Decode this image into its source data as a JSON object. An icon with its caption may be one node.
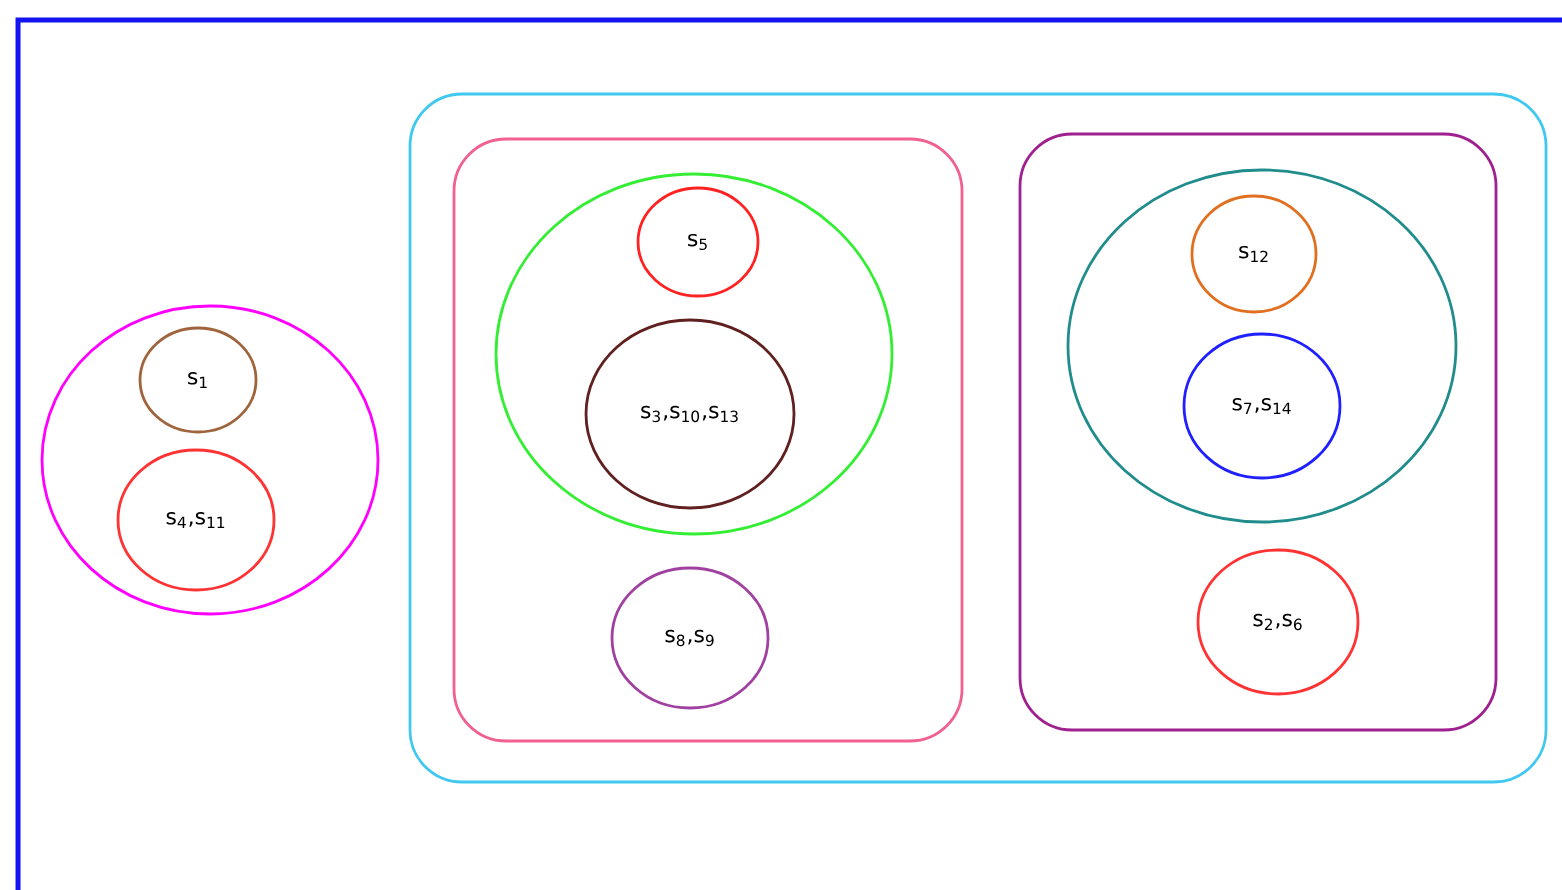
{
  "diagram": {
    "nodes": [
      {
        "text": [],
        "shape": "circle"
      },
      {
        "text": [
          "s$_{1}$"
        ],
        "in": 0
      },
      {
        "text": [
          "s$_{4}$,s$_{11}$"
        ],
        "in": 0
      },
      {
        "text": [],
        "shape": "box"
      },
      {
        "text": [],
        "shape": "box",
        "in": 3
      },
      {
        "text": [],
        "shape": "circle",
        "in": 4
      },
      {
        "text": [
          "s$_{5}$"
        ],
        "in": 5
      },
      {
        "text": [
          "s$_{3}$,s$_{10}$,s$_{13}$"
        ],
        "in": 5
      },
      {
        "text": [
          "s$_{8}$,s$_{9}$"
        ],
        "in": 4
      },
      {
        "text": [],
        "shape": "box",
        "in": 3
      },
      {
        "text": [],
        "shape": "circle",
        "in": 9
      },
      {
        "text": [
          "s$_{12}$"
        ],
        "in": 10
      },
      {
        "text": [
          "s$_{7}$,s$_{14}$"
        ],
        "in": 10
      },
      {
        "text": [
          "s$_{2}$,s$_{6}$"
        ],
        "in": 9
      }
    ]
  }
}
